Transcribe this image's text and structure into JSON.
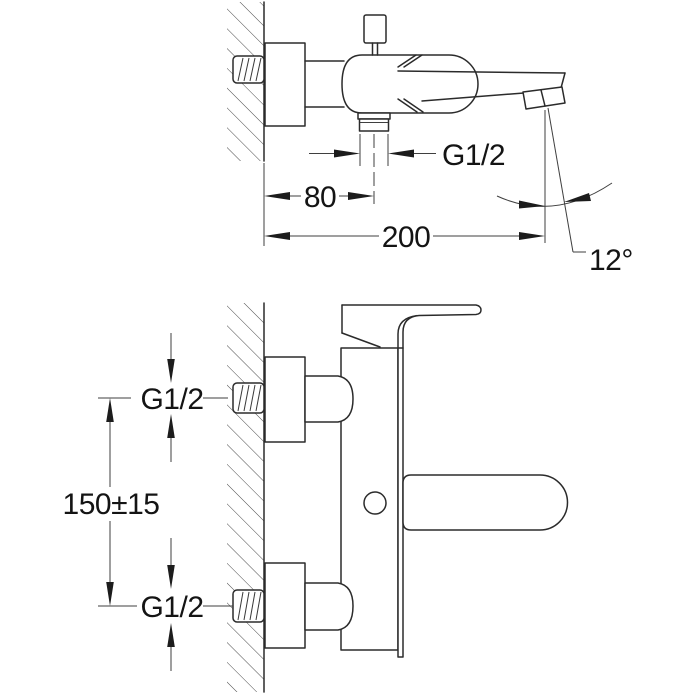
{
  "drawing": {
    "title": "Wall-mounted bath mixer installation dimensions",
    "colors": {
      "line": "#2b2b2b",
      "thin_line": "#3f3f3f",
      "text": "#141414",
      "background": "#ffffff"
    },
    "side_view": {
      "labels": {
        "outlet_thread": "G1/2",
        "wall_to_outlet_mm": "80",
        "wall_to_spout_end_mm": "200",
        "spout_angle": "12°"
      }
    },
    "front_view": {
      "labels": {
        "top_inlet_thread": "G1/2",
        "inlet_spacing_mm": "150±15",
        "bottom_inlet_thread": "G1/2"
      }
    }
  }
}
